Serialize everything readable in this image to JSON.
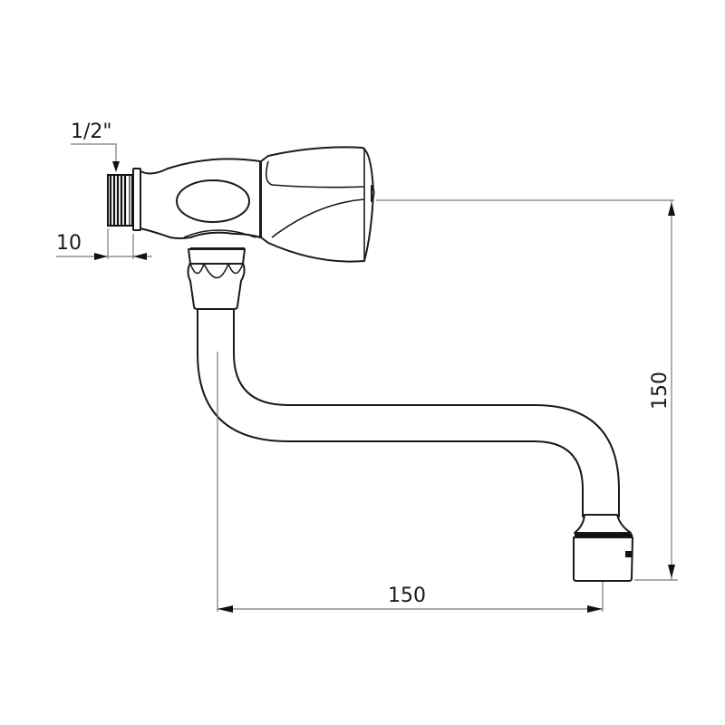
{
  "drawing": {
    "subject": "Wall-mounted tap with swivel S-spout",
    "line_color": "#1a1a1a",
    "dimension_line_color": "#7a7a7a",
    "background": "#ffffff"
  },
  "dimensions": {
    "thread_size": {
      "label": "1/2\""
    },
    "thread_length": {
      "label": "10"
    },
    "height": {
      "label": "150"
    },
    "reach": {
      "label": "150"
    }
  }
}
